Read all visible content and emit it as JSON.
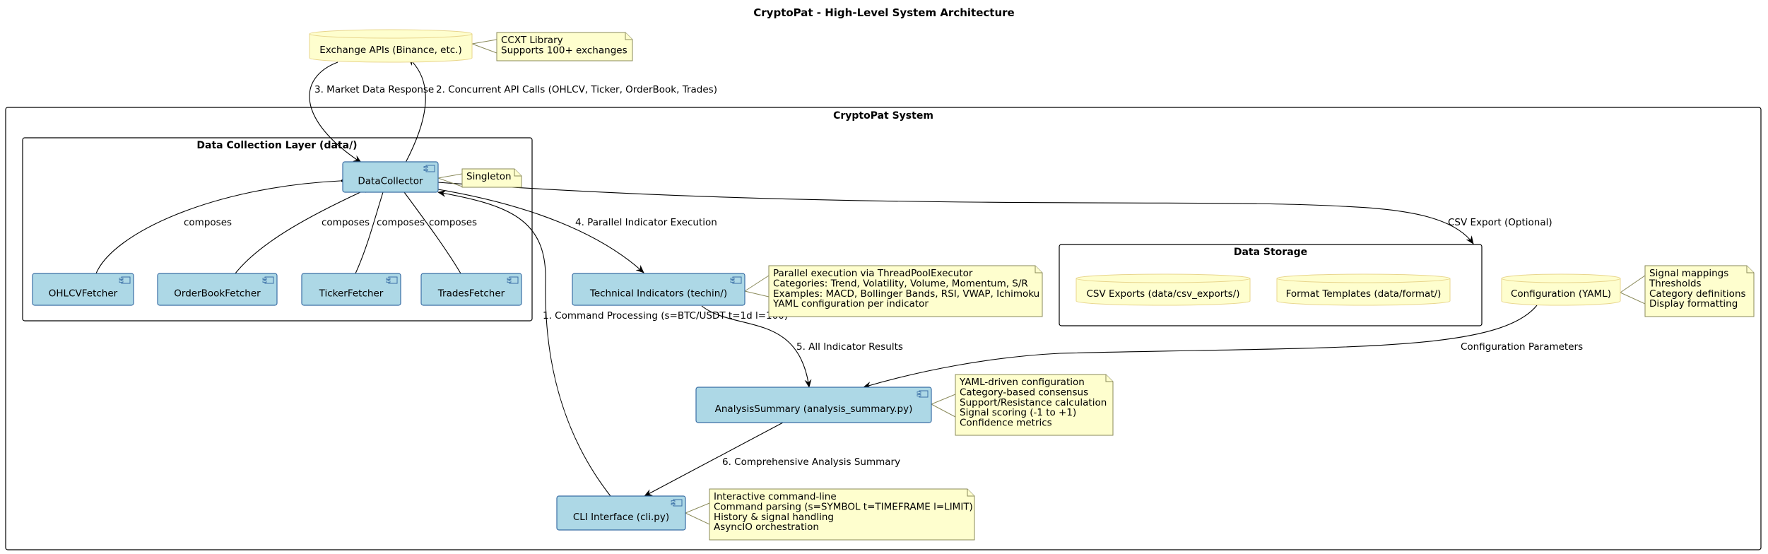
{
  "title": "CryptoPat - High-Level System Architecture",
  "frames": {
    "system": "CryptoPat System",
    "data_collection": "Data Collection Layer (data/)",
    "data_storage": "Data Storage"
  },
  "databases": {
    "exchange": "Exchange APIs (Binance, etc.)",
    "csv_exports": "CSV Exports (data/csv_exports/)",
    "format_templates": "Format Templates (data/format/)",
    "configuration": "Configuration (YAML)"
  },
  "components": {
    "data_collector": "DataCollector",
    "ohlcv": "OHLCVFetcher",
    "orderbook": "OrderBookFetcher",
    "ticker": "TickerFetcher",
    "trades": "TradesFetcher",
    "technical": "Technical Indicators (techin/)",
    "analysis": "AnalysisSummary (analysis_summary.py)",
    "cli": "CLI Interface (cli.py)"
  },
  "notes": {
    "ccxt": [
      "CCXT Library",
      "Supports 100+ exchanges"
    ],
    "singleton": [
      "Singleton"
    ],
    "technical": [
      "Parallel execution via ThreadPoolExecutor",
      "Categories: Trend, Volatility, Volume, Momentum, S/R",
      "Examples: MACD, Bollinger Bands, RSI, VWAP, Ichimoku",
      "YAML configuration per indicator"
    ],
    "config": [
      "Signal mappings",
      "Thresholds",
      "Category definitions",
      "Display formatting"
    ],
    "analysis": [
      "YAML-driven configuration",
      "Category-based consensus",
      "Support/Resistance calculation",
      "Signal scoring (-1 to +1)",
      "Confidence metrics"
    ],
    "cli": [
      "Interactive command-line",
      "Command parsing (s=SYMBOL t=TIMEFRAME l=LIMIT)",
      "History & signal handling",
      "AsyncIO orchestration"
    ]
  },
  "edges": {
    "market_response": "3. Market Data Response",
    "api_calls": "2. Concurrent API Calls (OHLCV, Ticker, OrderBook, Trades)",
    "composes": "composes",
    "parallel": "4. Parallel Indicator Execution",
    "csv_export": "CSV Export (Optional)",
    "command": "1. Command Processing (s=BTC/USDT t=1d l=100)",
    "all_results": "5. All Indicator Results",
    "config_params": "Configuration Parameters",
    "summary": "6. Comprehensive Analysis Summary"
  }
}
